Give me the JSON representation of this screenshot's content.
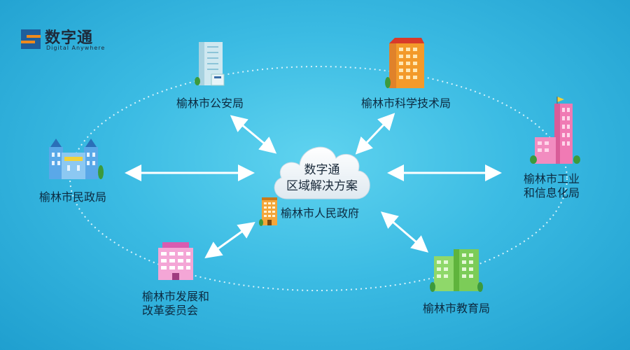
{
  "logo": {
    "name": "数字通",
    "subtitle": "Digital Anywhere",
    "icon": "s-logo-icon"
  },
  "center": {
    "line1": "数字通",
    "line2": "区域解决方案"
  },
  "nodes": {
    "gov": "榆林市人民政府",
    "police": "榆林市公安局",
    "science": "榆林市科学技术局",
    "industry_line1": "榆林市工业",
    "industry_line2": "和信息化局",
    "civil": "榆林市民政局",
    "devreform_line1": "榆林市发展和",
    "devreform_line2": "改革委员会",
    "education": "榆林市教育局"
  },
  "colors": {
    "background": "#3bbbe3",
    "arrow": "#ffffff",
    "orbit": "#d8f3fb"
  }
}
